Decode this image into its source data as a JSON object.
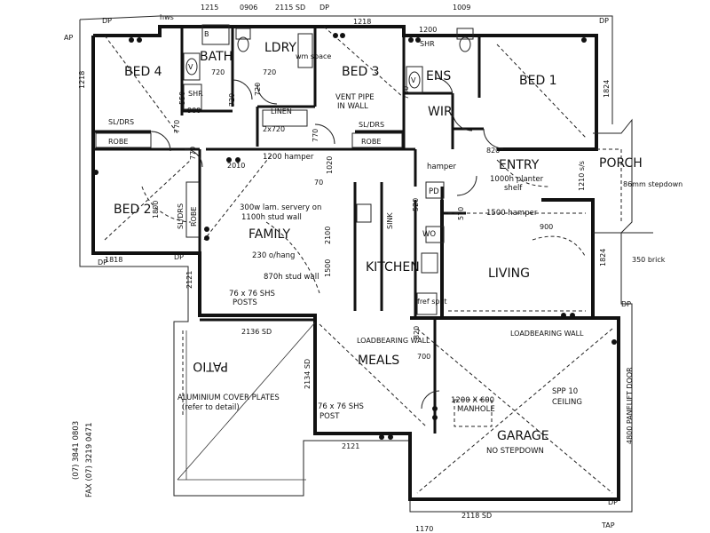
{
  "rooms": {
    "bed4": "BED 4",
    "bath": "BATH",
    "ldry": "LDRY",
    "bed3": "BED 3",
    "ens": "ENS",
    "bed1": "BED 1",
    "wir": "WIR",
    "entry": "ENTRY",
    "porch": "PORCH",
    "bed2": "BED 2",
    "family": "FAMILY",
    "kitchen": "KITCHEN",
    "living": "LIVING",
    "meals": "MEALS",
    "garage": "GARAGE",
    "patio": "PATIO",
    "shr_bath": "SHR",
    "shr_ens": "SHR",
    "linen": "LINEN",
    "robe4": "ROBE",
    "robe3": "ROBE",
    "robe2": "ROBE",
    "pd": "PD",
    "wo": "WO",
    "sink": "SINK",
    "fridge": "fref spot"
  },
  "dimensions": {
    "d1215": "1215",
    "d0906": "0906",
    "d2115sd": "2115 SD",
    "d1218a": "1218",
    "d1009": "1009",
    "d1200a": "1200",
    "d1218l": "1218",
    "d1824a": "1824",
    "d1824b": "1824",
    "d720a": "720",
    "d720b": "720",
    "d720c": "720",
    "d720d": "720",
    "d720e": "720",
    "d550": "550",
    "d900a": "900",
    "d770a": "770",
    "d770b": "770",
    "d770c": "770",
    "d820a": "820",
    "d2010": "2010",
    "d70": "70",
    "d1020": "1020",
    "d1800": "1800",
    "d2100": "2100",
    "d1500": "1500",
    "d520": "520",
    "d570": "570",
    "d900b": "900",
    "d1818": "1818",
    "d2121a": "2121",
    "d2136sd": "2136 SD",
    "d2134sd": "2134 SD",
    "d700": "700",
    "d820b": "820",
    "d2121b": "2121",
    "d2118sd": "2118 SD",
    "d1170": "1170",
    "d4800": "4800 PANELIFT DOOR",
    "d1210": "1210 s/s",
    "dp1": "DP",
    "dp2": "DP",
    "dp3": "DP",
    "dp4": "DP",
    "dp5": "DP",
    "dp6": "DP",
    "dp7": "DP",
    "ap": "AP",
    "tap": "TAP",
    "sl1": "SL/DRS",
    "sl2": "SL/DRS",
    "sl3": "SL/DRS",
    "v1": "V",
    "v2": "V",
    "b": "B",
    "wm": "wm space",
    "hws": "hws",
    "stepdown": "86mm stepdown",
    "brick": "350 brick"
  },
  "notes": {
    "hamper1": "1200 hamper",
    "serv1": "300w lam. servery on",
    "serv2": "1100h stud wall",
    "hang": "230 o/hang",
    "stud": "870h stud wall",
    "posts": "76 x 76 SHS",
    "posts2": "POSTS",
    "vent1": "VENT PIPE",
    "vent2": "IN WALL",
    "hamper2": "hamper",
    "planter1": "1000h planter",
    "planter2": "shelf",
    "hamper3": "1500 hamper",
    "load1": "LOADBEARING WALL",
    "load2": "LOADBEARING WALL",
    "alu1": "ALUMINIUM COVER PLATES",
    "alu2": "(refer to detail)",
    "post2a": "76 x 76 SHS",
    "post2b": "POST",
    "manhole1": "1200 X 600",
    "manhole2": "MANHOLE",
    "spp1": "SPP 10",
    "spp2": "CEILING",
    "nostep": "NO STEPDOWN",
    "linen2": "2x720",
    "fax": "FAX (07) 3219 0471",
    "phone": "(07) 3841 0803"
  }
}
